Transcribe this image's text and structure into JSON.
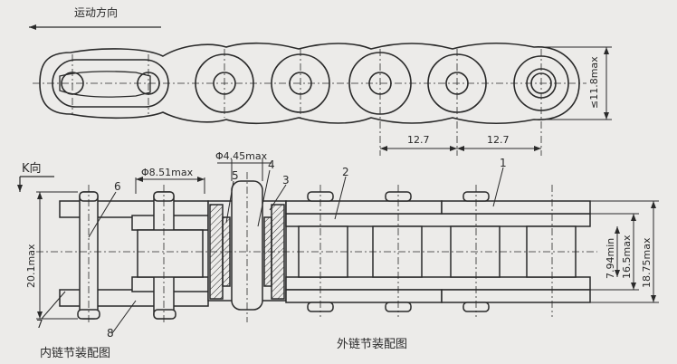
{
  "labels": {
    "motion_direction": "运动方向",
    "k_view": "K向",
    "inner_link_caption": "内链节装配图",
    "outer_link_caption": "外链节装配图"
  },
  "dimensions": {
    "pitch_left": "12.7",
    "pitch_right": "12.7",
    "plate_height": "≤11.8max",
    "pin_diameter": "Φ4.45max",
    "roller_diameter": "Φ8.51max",
    "inner_width": "7.94min",
    "pin_length_mid": "16.5max",
    "pin_length_total": "18.75max",
    "total_height": "20.1max"
  },
  "parts": [
    "1",
    "2",
    "3",
    "4",
    "5",
    "6",
    "7",
    "8"
  ]
}
